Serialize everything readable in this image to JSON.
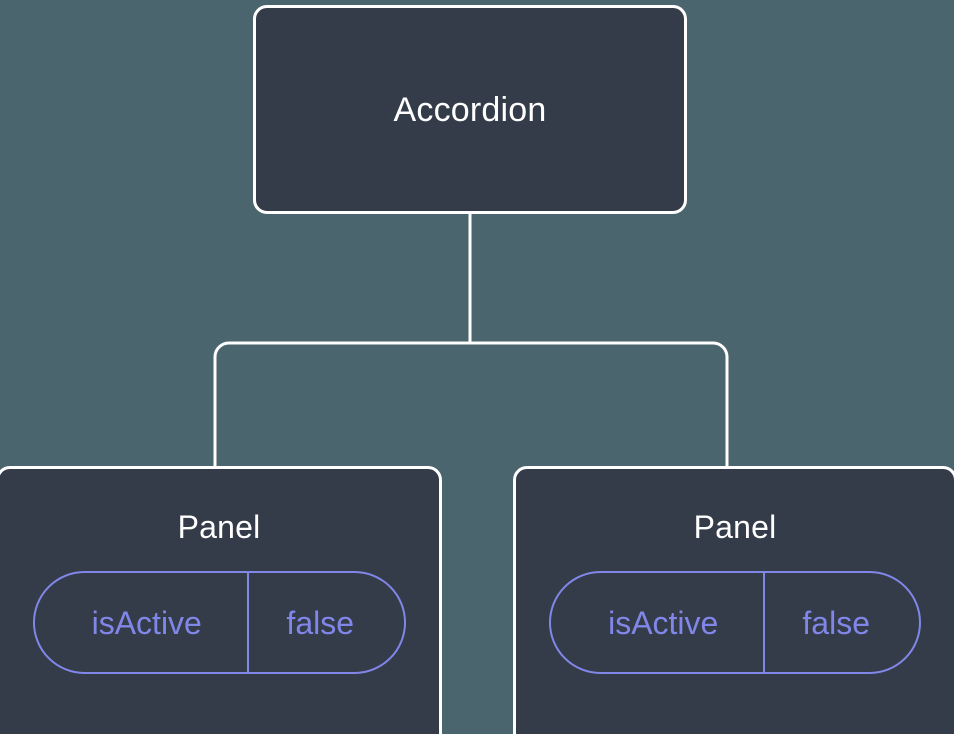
{
  "diagram": {
    "type": "component-tree",
    "background_color": "#4a656e",
    "node_fill_color": "#343b49",
    "node_border_color": "#ffffff",
    "edge_color": "#ffffff",
    "prop_accent_color": "#8187e8",
    "title_text_color": "#ffffff",
    "root": {
      "label": "Accordion"
    },
    "children": [
      {
        "label": "Panel",
        "props": [
          {
            "key": "isActive",
            "value": "false"
          }
        ]
      },
      {
        "label": "Panel",
        "props": [
          {
            "key": "isActive",
            "value": "false"
          }
        ]
      }
    ]
  }
}
